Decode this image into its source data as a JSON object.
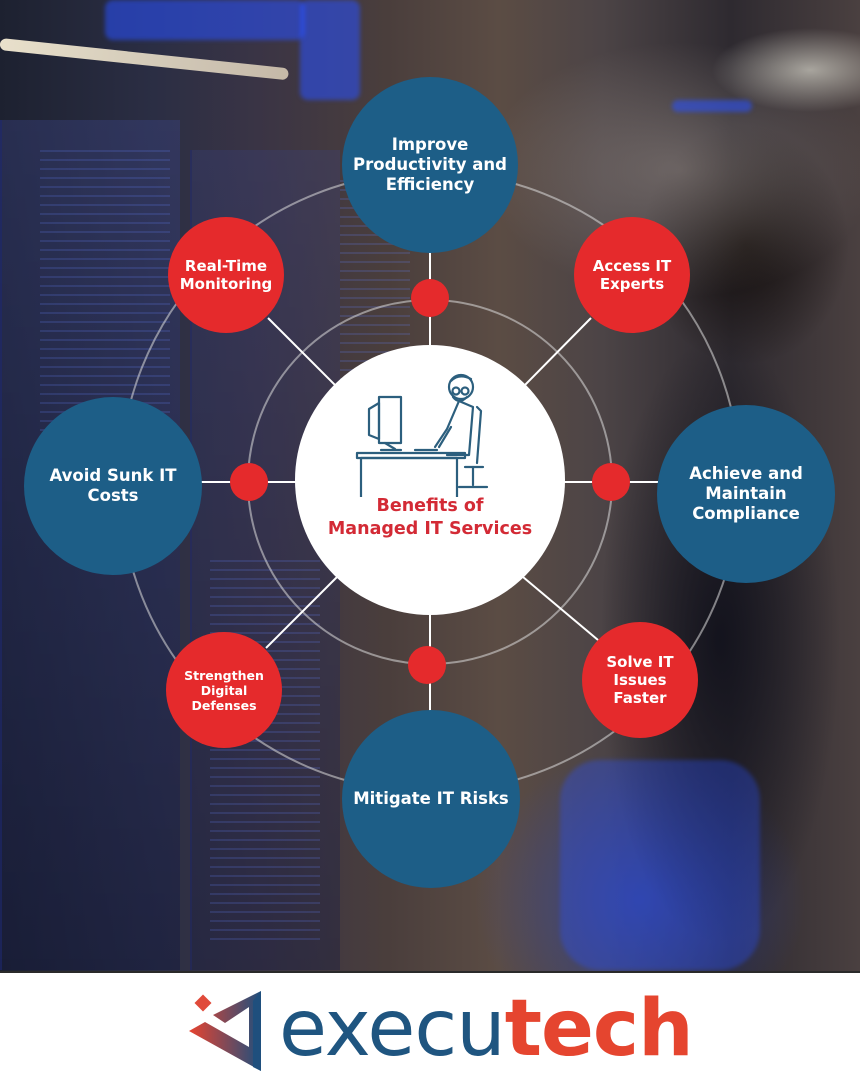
{
  "hub": {
    "title": "Benefits of\nManaged IT Services",
    "icon": "person-at-computer-desk-icon"
  },
  "nodes": {
    "top": {
      "label": "Improve\nProductivity and\nEfficiency",
      "color": "#1d5e87"
    },
    "left": {
      "label": "Avoid Sunk IT\nCosts",
      "color": "#1d5e87"
    },
    "right": {
      "label": "Achieve and\nMaintain\nCompliance",
      "color": "#1d5e87"
    },
    "bottom": {
      "label": "Mitigate IT Risks",
      "color": "#1d5e87"
    },
    "top_left": {
      "label": "Real-Time\nMonitoring",
      "color": "#e52a2c"
    },
    "top_right": {
      "label": "Access IT\nExperts",
      "color": "#e52a2c"
    },
    "bottom_left": {
      "label": "Strengthen\nDigital\nDefenses",
      "color": "#e52a2c"
    },
    "bottom_right": {
      "label": "Solve IT\nIssues\nFaster",
      "color": "#e52a2c"
    }
  },
  "colors": {
    "blue": "#1d5e87",
    "red": "#e52a2c",
    "hub_title": "#d32a35",
    "logo_blue": "#1f5580",
    "logo_orange": "#e5452f"
  },
  "footer": {
    "logo_part1": "execu",
    "logo_part2": "tech",
    "logo_icon": "executech-triangle-logo-icon"
  }
}
